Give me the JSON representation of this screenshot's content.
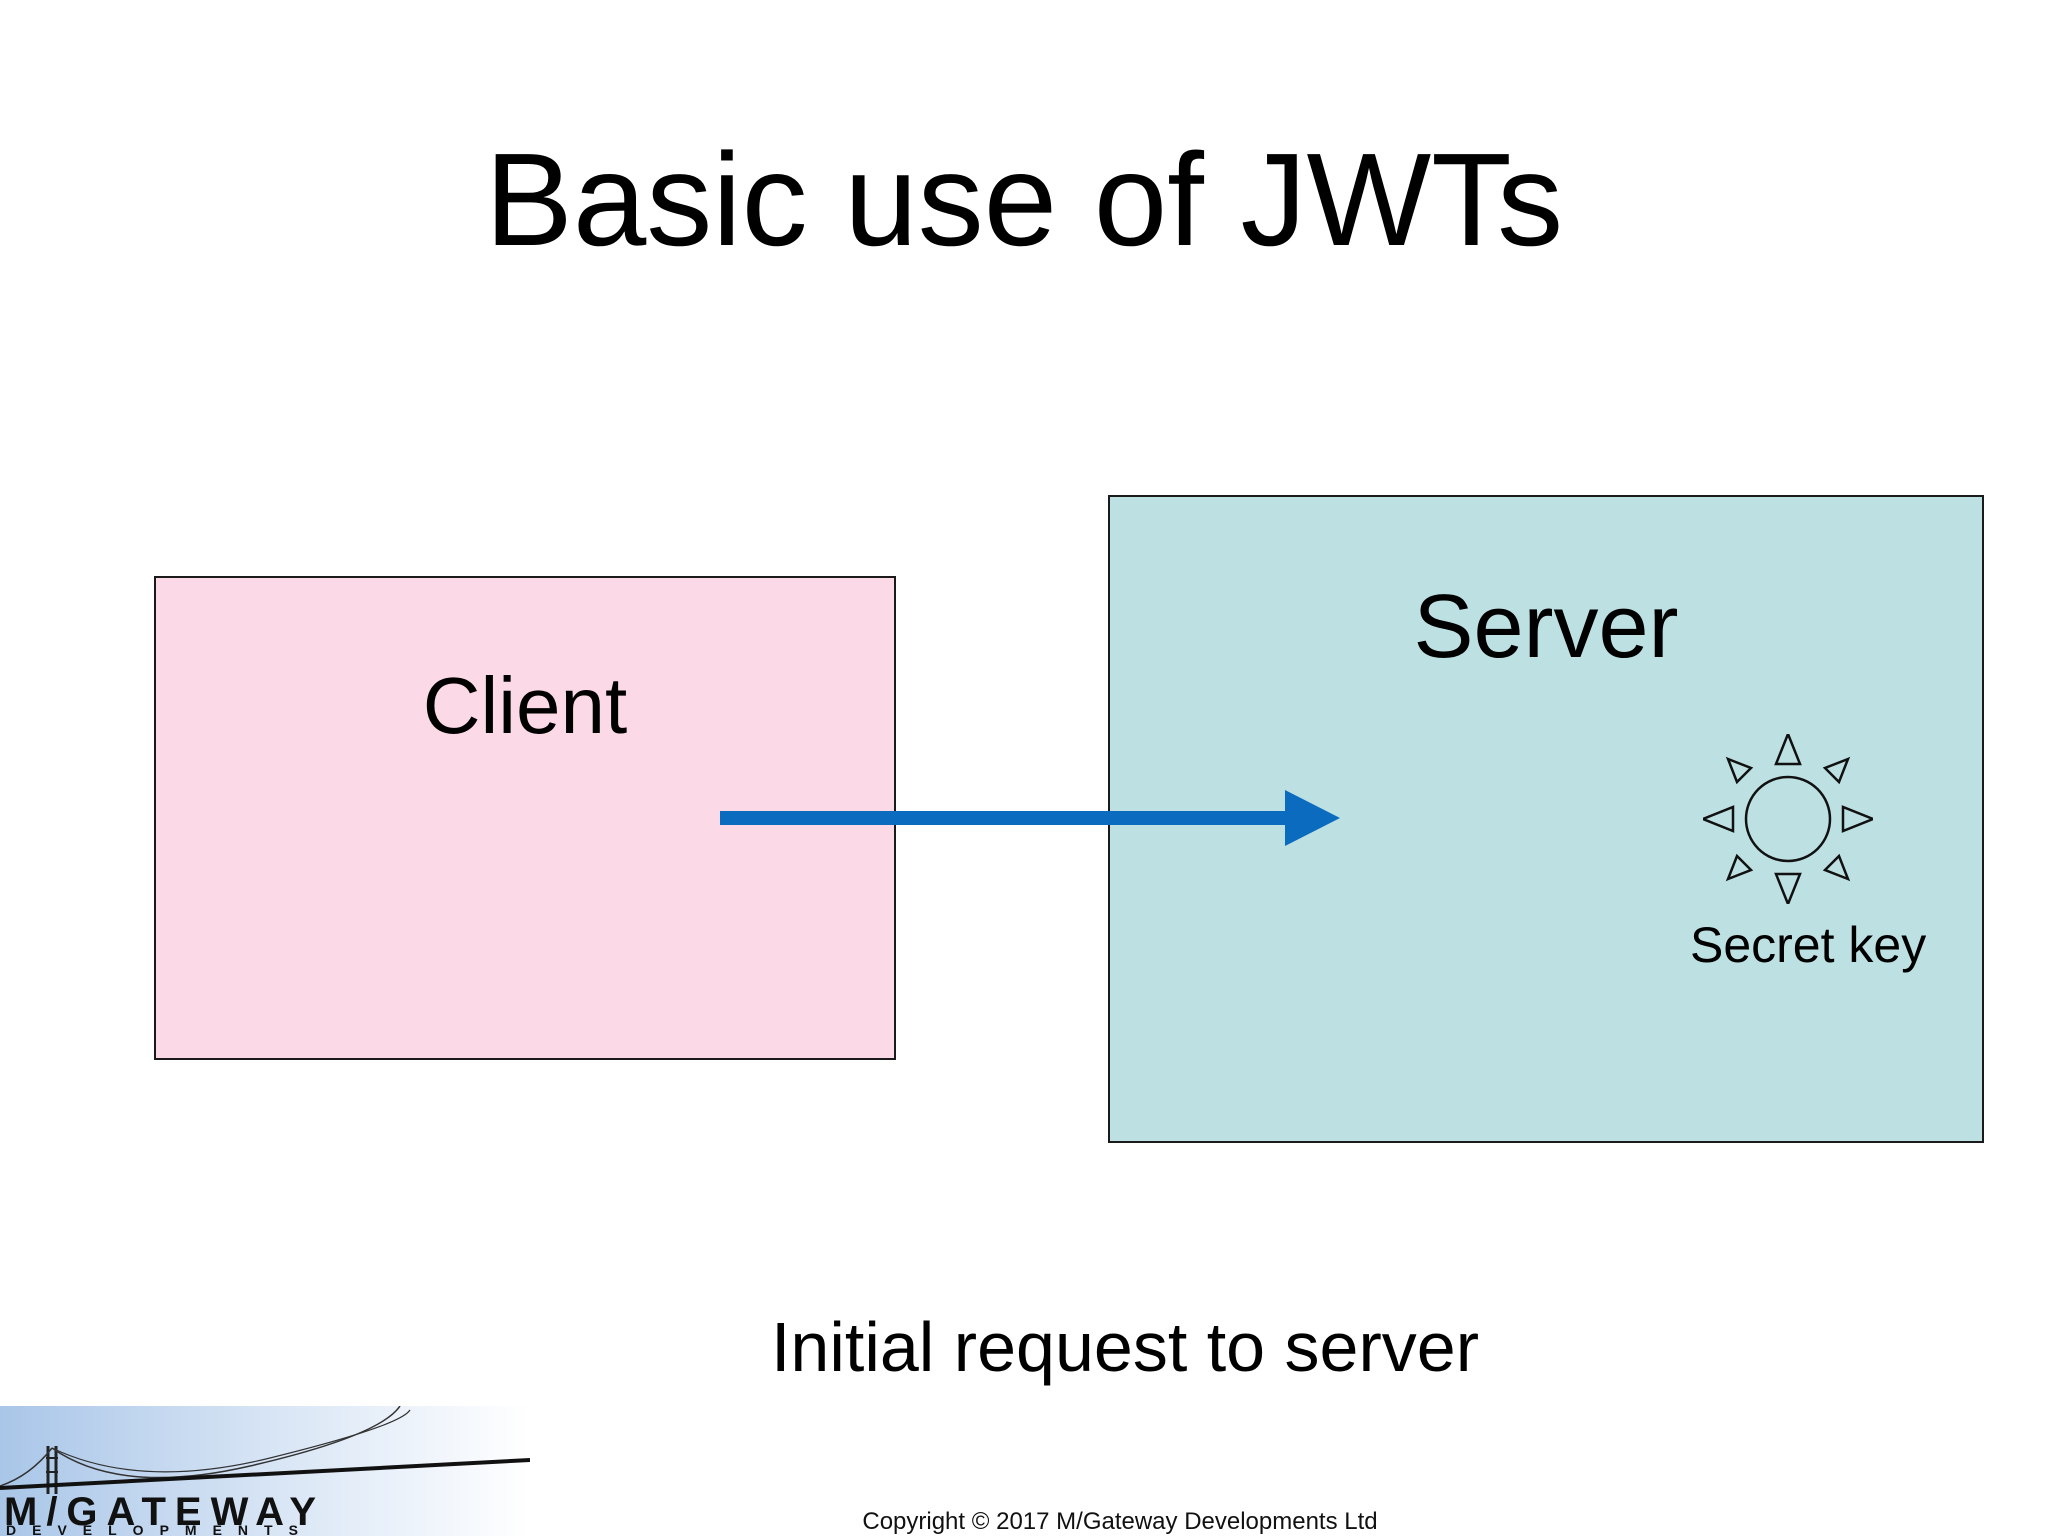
{
  "slide": {
    "title": "Basic use of JWTs",
    "caption": "Initial request to server",
    "copyright": "Copyright © 2017 M/Gateway Developments Ltd"
  },
  "diagram": {
    "client": {
      "label": "Client",
      "fill": "#fcd9e6"
    },
    "server": {
      "label": "Server",
      "fill": "#bde0e3"
    },
    "secret_key": {
      "label": "Secret key",
      "icon": "sun-icon"
    },
    "arrow": {
      "from": "client",
      "to": "server",
      "color": "#0a6bbf"
    }
  },
  "logo": {
    "main": "M/GATEWAY",
    "sub": "DEVELOPMENTS"
  }
}
